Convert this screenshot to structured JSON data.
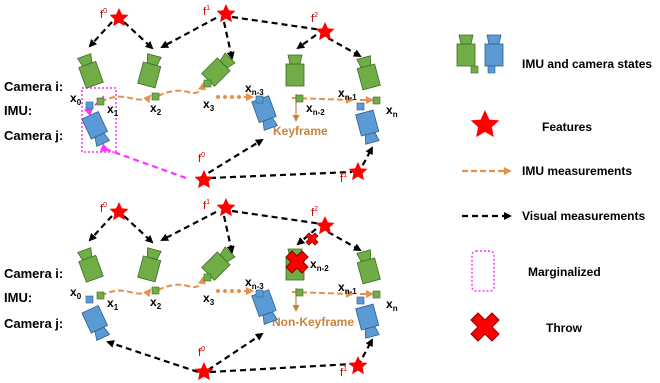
{
  "colors": {
    "imu_orange": "#e8914a",
    "camera_green": "#70ad47",
    "camera_blue": "#5b9bd5",
    "star_red": "#ff0000",
    "visual_black": "#000000",
    "marginalize_magenta": "#ff33ff",
    "keyframe_brown": "#c8843c"
  },
  "diagram_top": {
    "row_labels": {
      "cam_i": "Camera i:",
      "imu": "IMU:",
      "cam_j": "Camera j:"
    },
    "state_labels": {
      "x0": "x",
      "x0_sub": "0",
      "x1": "x",
      "x1_sub": "1",
      "x2": "x",
      "x2_sub": "2",
      "x3": "x",
      "x3_sub": "3",
      "xn3": "x",
      "xn3_sub": "n-3",
      "xn2": "x",
      "xn2_sub": "n-2",
      "xn1": "x",
      "xn1_sub": "n-1",
      "xn": "x",
      "xn_sub": "n"
    },
    "features": {
      "f0": "f",
      "f0_sub": "0",
      "f1": "f",
      "f1_sub": "1",
      "f2": "f",
      "f2_sub": "2",
      "fj0": "f",
      "fj0_sub": "0",
      "fj1": "f",
      "fj1_sub": "1"
    },
    "frame_label": "Keyframe"
  },
  "diagram_bottom": {
    "row_labels": {
      "cam_i": "Camera i:",
      "imu": "IMU:",
      "cam_j": "Camera j:"
    },
    "frame_label": "Non-Keyframe"
  },
  "legend": {
    "states": "IMU and camera states",
    "features": "Features",
    "imu": "IMU measurements",
    "visual": "Visual measurements",
    "marginalized": "Marginalized",
    "throw": "Throw"
  }
}
